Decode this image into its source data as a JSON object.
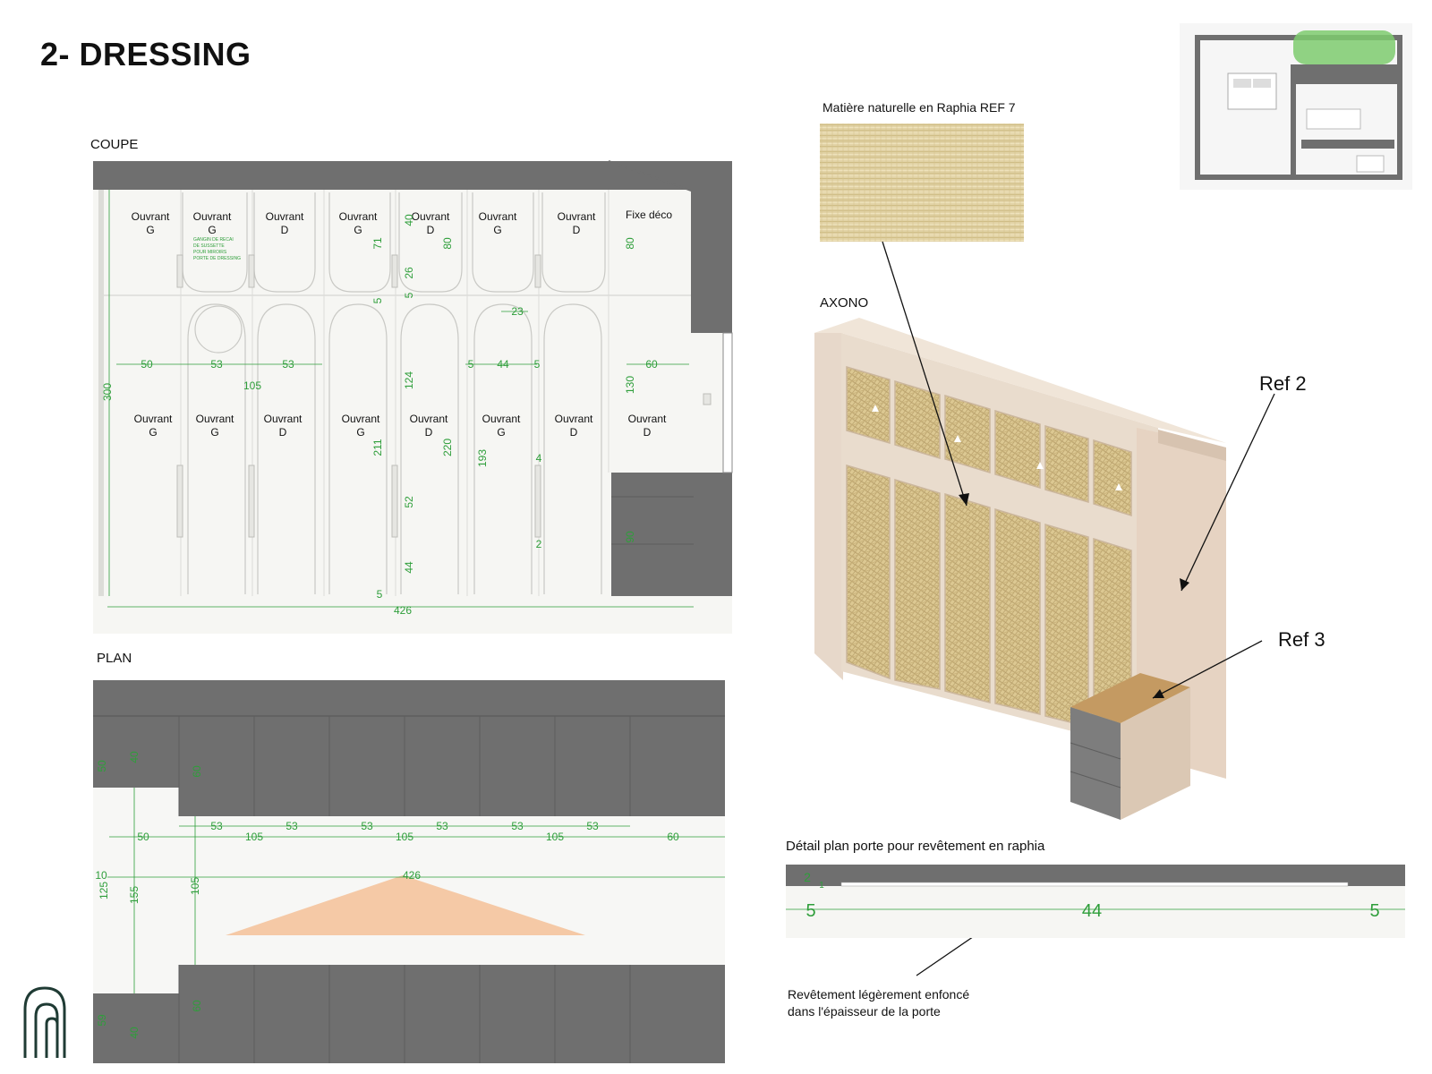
{
  "page": {
    "title": "2- DRESSING"
  },
  "colors": {
    "wall": "#6f6f6f",
    "cabinet": "#f3f3f0",
    "dimension": "#2e9e3a",
    "triangle": "#f5c9a6",
    "beige": "#e6d3c2",
    "raffia": "#dcc892",
    "wood": "#c49a62",
    "plan_highlight": "#7ecb6e"
  },
  "sections": {
    "coupe": "COUPE",
    "plan": "PLAN",
    "axono": "AXONO",
    "detail": "Détail plan porte pour revêtement en raphia"
  },
  "coupe": {
    "top_labels": [
      [
        "Ouvrant",
        "G"
      ],
      [
        "Ouvrant",
        "G"
      ],
      [
        "Ouvrant",
        "D"
      ],
      [
        "Ouvrant",
        "G"
      ],
      [
        "Ouvrant",
        "D"
      ],
      [
        "Ouvrant",
        "G"
      ],
      [
        "Ouvrant",
        "D"
      ],
      [
        "Fixe déco",
        ""
      ]
    ],
    "bottom_labels": [
      [
        "Ouvrant",
        "G"
      ],
      [
        "Ouvrant",
        "G"
      ],
      [
        "Ouvrant",
        "D"
      ],
      [
        "Ouvrant",
        "G"
      ],
      [
        "Ouvrant",
        "D"
      ],
      [
        "Ouvrant",
        "G"
      ],
      [
        "Ouvrant",
        "D"
      ],
      [
        "Ouvrant",
        "D"
      ]
    ],
    "note_lines": [
      "GANGIN DE RECAI",
      "DE SUSSETTE",
      "POUR MIROIRS",
      "PORTE DE DRESSING"
    ],
    "dims": {
      "h300": "300",
      "d50": "50",
      "d53a": "53",
      "d53b": "53",
      "d105": "105",
      "d40": "40",
      "d71": "71",
      "d80a": "80",
      "d26": "26",
      "d5a": "5",
      "d5b": "5",
      "d23": "23",
      "d5c": "5",
      "d44": "44",
      "d5d": "5",
      "d124": "124",
      "d211": "211",
      "d220": "220",
      "d193": "193",
      "d4": "4",
      "d52": "52",
      "d2": "2",
      "d44b": "44",
      "d5e": "5",
      "d80b": "80",
      "d60": "60",
      "d130": "130",
      "d90": "90",
      "total": "426"
    }
  },
  "plan": {
    "dims": {
      "l50": "50",
      "l40": "40",
      "l60": "60",
      "l10": "10",
      "l125": "125",
      "l155": "155",
      "l105": "105",
      "l60b": "60",
      "l59": "59",
      "l40b": "40",
      "t50": "50",
      "t53a": "53",
      "t105a": "105",
      "t53b": "53",
      "t53c": "53",
      "t105b": "105",
      "t53d": "53",
      "t53e": "53",
      "t105c": "105",
      "t53f": "53",
      "t60": "60",
      "center": "426"
    }
  },
  "axono": {
    "material_label": "Matière naturelle en Raphia REF 7",
    "ref2": "Ref 2",
    "ref3": "Ref 3"
  },
  "detail": {
    "dims": {
      "top1": "2",
      "top2": "1",
      "left": "5",
      "mid": "44",
      "right": "5"
    },
    "note_line1": "Revêtement légèrement enfoncé",
    "note_line2": "dans l'épaisseur de la porte"
  }
}
